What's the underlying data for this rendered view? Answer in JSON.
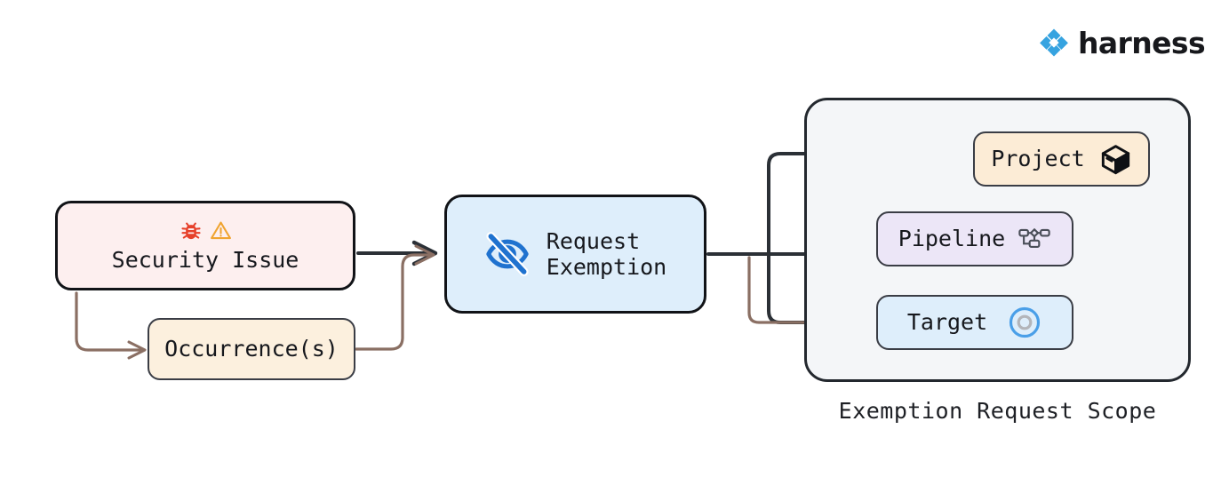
{
  "brand": {
    "name": "harness",
    "logo_icon": "harness-diamond-logo",
    "logo_color": "#36a3e0"
  },
  "diagram": {
    "type": "flow-diagram",
    "title_label": "Exemption Request Scope",
    "nodes": [
      {
        "id": "security-issue",
        "label": "Security Issue",
        "icons": [
          "bug-icon",
          "warning-triangle-icon"
        ],
        "fill": "#fdefef",
        "stroke": "#111317"
      },
      {
        "id": "occurrences",
        "label": "Occurrence(s)",
        "icons": [],
        "fill": "#fcf0de",
        "stroke": "#3a3d45"
      },
      {
        "id": "request-exemption",
        "label": "Request\nExemption",
        "icons": [
          "eye-slash-icon"
        ],
        "fill": "#deeefb",
        "stroke": "#111317"
      },
      {
        "id": "project",
        "label": "Project",
        "icons": [
          "cube-icon"
        ],
        "fill": "#fcecd6",
        "stroke": "#3a3d45"
      },
      {
        "id": "pipeline",
        "label": "Pipeline",
        "icons": [
          "pipeline-nodes-icon"
        ],
        "fill": "#ece6f7",
        "stroke": "#3a3d45"
      },
      {
        "id": "target",
        "label": "Target",
        "icons": [
          "target-circle-icon"
        ],
        "fill": "#deeefb",
        "stroke": "#3a3d45"
      }
    ],
    "edges": [
      {
        "from": "security-issue",
        "to": "request-exemption",
        "color": "#2b3036"
      },
      {
        "from": "security-issue",
        "to": "occurrences",
        "color": "#8a6f63"
      },
      {
        "from": "occurrences",
        "to": "request-exemption",
        "color": "#8a6f63"
      },
      {
        "from": "request-exemption",
        "to": "project",
        "color": "#2b3036"
      },
      {
        "from": "request-exemption",
        "to": "pipeline",
        "color": "#2b3036"
      },
      {
        "from": "request-exemption",
        "to": "target",
        "color": "#2b3036"
      },
      {
        "from": "project",
        "to": "pipeline",
        "color": "#2b3036"
      },
      {
        "from": "project",
        "to": "target",
        "color": "#2b3036"
      }
    ],
    "colors": {
      "edge_dark": "#2b3036",
      "edge_brown": "#8a6f63",
      "container_fill": "#f4f6f8",
      "container_stroke": "#23282e",
      "bug_icon": "#e6402a",
      "warning_icon": "#f0a431",
      "eye_slash_icon": "#1f72cf",
      "pipeline_icon": "#4a4e58",
      "target_icon_outer": "#4a9fe8",
      "target_icon_inner": "#b3b5ba"
    }
  }
}
